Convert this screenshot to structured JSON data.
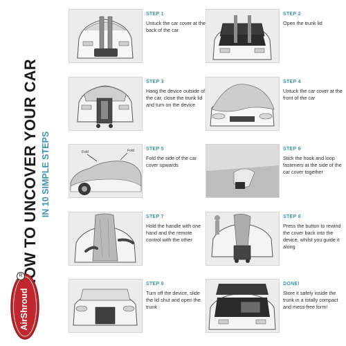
{
  "header": {
    "title": "HOW TO UNCOVER YOUR CAR",
    "subtitle": "IN 10 SIMPLE STEPS"
  },
  "brand": {
    "name": "AirShroud",
    "color": "#c0282e"
  },
  "accent_color": "#3a93b3",
  "steps": [
    {
      "label": "STEP 1",
      "text": "Untuck the car cover at the back of the car"
    },
    {
      "label": "STEP 2",
      "text": "Open the trunk lid"
    },
    {
      "label": "STEP 3",
      "text": "Hang the device outside of the car, close the trunk lid and turn on the device"
    },
    {
      "label": "STEP 4",
      "text": "Untuck the car cover at the front of the car"
    },
    {
      "label": "STEP 5",
      "text": "Fold the side of the car cover upwards"
    },
    {
      "label": "STEP 6",
      "text": "Stick the hook and loop fasteners at the side of the car cover together"
    },
    {
      "label": "STEP 7",
      "text": "Hold the handle with one hand and the remote control with the other"
    },
    {
      "label": "STEP 8",
      "text": "Press the button to rewind the cover back into the device, whilst you guide it along"
    },
    {
      "label": "STEP 9",
      "text": "Turn off the device, slide the lid shut and open the trunk"
    },
    {
      "label": "DONE!",
      "text": "Store it safely inside the trunk in a totally compact and mess-free form!"
    }
  ],
  "annotations": {
    "fold_left": "Fold",
    "fold_right": "Fold"
  }
}
